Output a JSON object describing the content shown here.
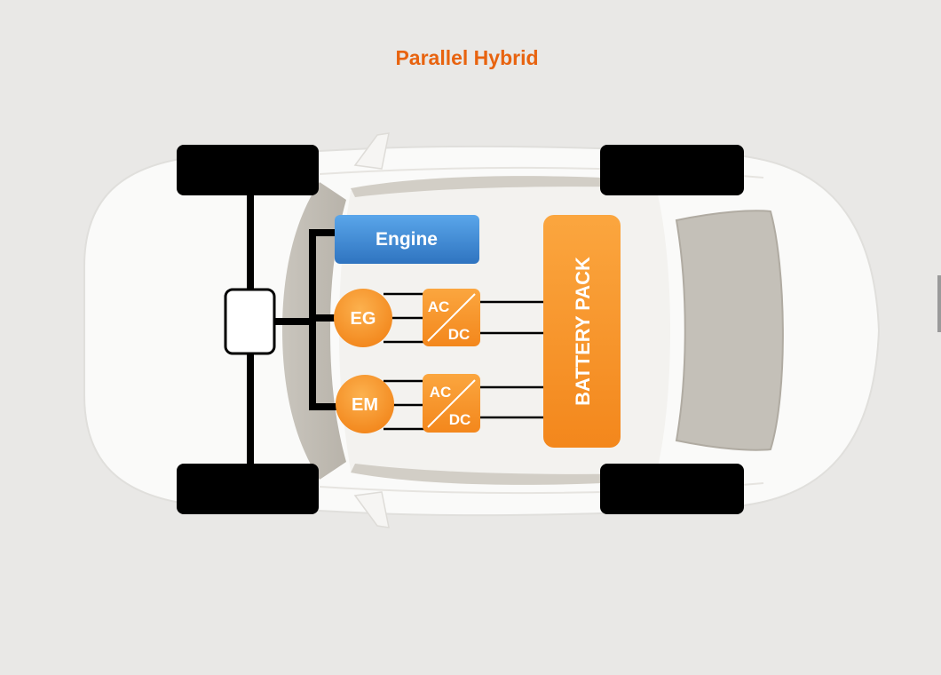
{
  "title": "Parallel Hybrid",
  "labels": {
    "engine": "Engine",
    "generator": "EG",
    "motor": "EM",
    "converter_top_ac": "AC",
    "converter_top_dc": "DC",
    "converter_bottom_ac": "AC",
    "converter_bottom_dc": "DC",
    "battery": "BATTERY PACK"
  },
  "colors": {
    "title": "#e8630f",
    "engine_block": "#3f8fd6",
    "orange_components": "#f7941d",
    "wheels": "#000000",
    "shafts": "#000000"
  }
}
